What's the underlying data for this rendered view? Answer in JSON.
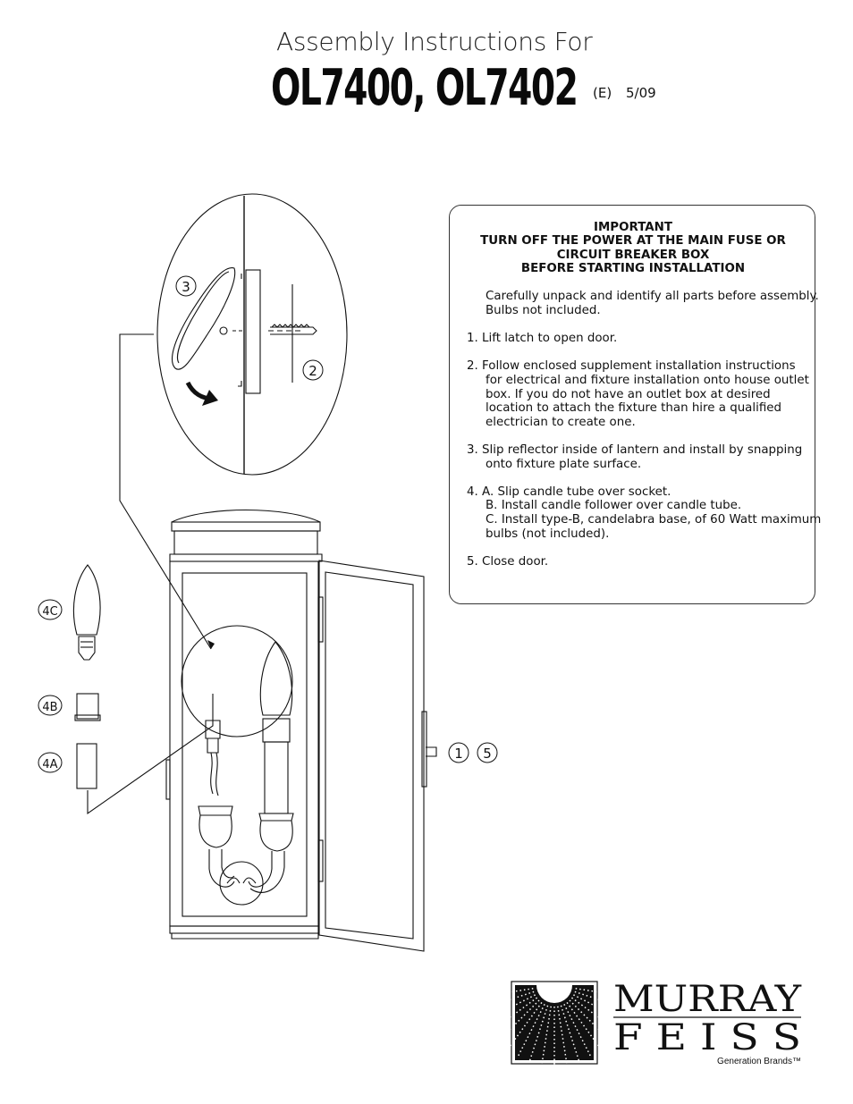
{
  "header": {
    "subtitle": "Assembly Instructions For",
    "model": "OL7400, OL7402",
    "revision": "(E)",
    "date": "5/09"
  },
  "important": {
    "line1": "IMPORTANT",
    "line2": "TURN OFF THE POWER AT THE MAIN FUSE OR",
    "line3": "CIRCUIT BREAKER BOX",
    "line4": "BEFORE STARTING INSTALLATION"
  },
  "intro": [
    "Carefully unpack and identify all parts before assembly.",
    "Bulbs not included."
  ],
  "steps": {
    "s1": [
      "1.  Lift latch to open door."
    ],
    "s2": [
      "2.  Follow enclosed supplement installation instructions",
      "for electrical and fixture installation onto house outlet",
      "box. If you do not have an outlet box at desired",
      "location to attach the fixture than hire a qualified",
      "electrician to create one."
    ],
    "s3": [
      "3.  Slip reflector inside of lantern and install by snapping",
      "onto fixture plate surface."
    ],
    "s4": [
      "4.  A.  Slip candle tube over socket.",
      "B.   Install candle follower over candle tube.",
      "C.  Install type-B, candelabra base, of 60 Watt maximum",
      "bulbs (not included)."
    ],
    "s5": [
      "5.  Close door."
    ]
  },
  "callouts": {
    "c3": "3",
    "c2": "2",
    "c4c": "4C",
    "c4b": "4B",
    "c4a": "4A",
    "c1": "1",
    "c5": "5"
  },
  "logo": {
    "line1": "MURRAY",
    "line2": "F E I S S",
    "tagline": "Generation Brands™"
  }
}
